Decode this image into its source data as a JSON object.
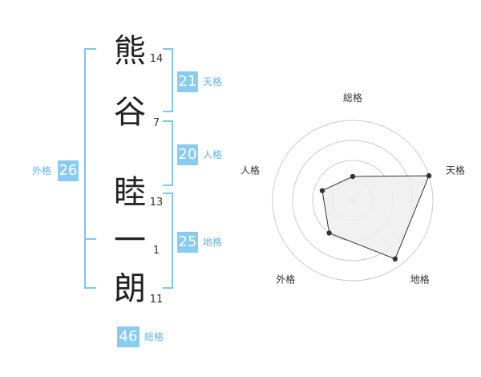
{
  "name": {
    "characters": [
      {
        "char": "熊",
        "strokes": "14"
      },
      {
        "char": "谷",
        "strokes": "7"
      },
      {
        "char": "睦",
        "strokes": "13"
      },
      {
        "char": "一",
        "strokes": "1"
      },
      {
        "char": "朗",
        "strokes": "11"
      }
    ]
  },
  "fortunes": {
    "tenkaku": {
      "value": "21",
      "label": "天格"
    },
    "jinkaku": {
      "value": "20",
      "label": "人格"
    },
    "chikaku": {
      "value": "25",
      "label": "地格"
    },
    "gaikaku": {
      "value": "26",
      "label": "外格"
    },
    "soukaku": {
      "value": "46",
      "label": "総格"
    }
  },
  "radar": {
    "axes": [
      "総格",
      "天格",
      "地格",
      "外格",
      "人格"
    ],
    "levels": 4,
    "values": [
      0.3,
      1.0,
      0.9,
      0.5,
      0.4
    ],
    "colors": {
      "fill": "#efefef",
      "line": "#333333",
      "grid": "#cccccc",
      "point": "#333333"
    }
  }
}
